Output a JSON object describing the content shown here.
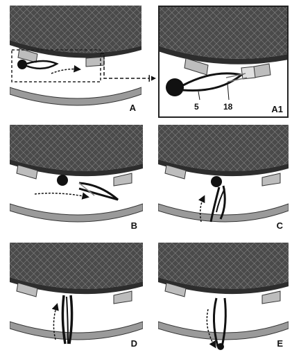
{
  "panels": {
    "a": {
      "label": "A"
    },
    "a1": {
      "label": "A1",
      "callouts": {
        "part_5": "5",
        "part_18": "18"
      }
    },
    "b": {
      "label": "B"
    },
    "c": {
      "label": "C"
    },
    "d": {
      "label": "D"
    },
    "e": {
      "label": "E"
    }
  },
  "colors": {
    "mat": "#555555",
    "mat_edge": "#2d2d2d",
    "frame_grey": "#9a9a9a",
    "pad": "#bdbdbd",
    "rope": "#111111"
  }
}
